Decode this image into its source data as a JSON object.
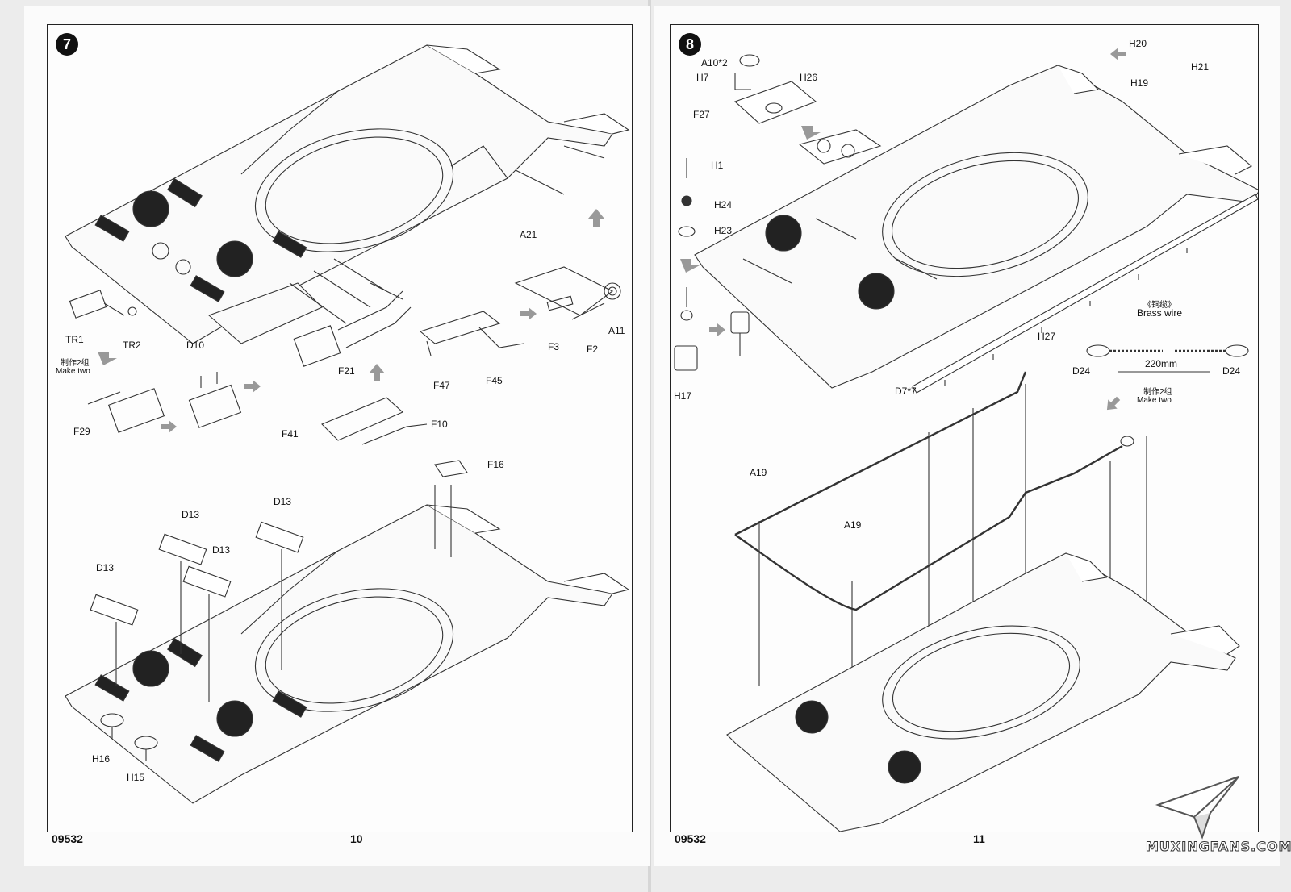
{
  "left_page": {
    "step": "7",
    "code": "09532",
    "page_number": "10",
    "labels": {
      "a21": "A21",
      "a11": "A11",
      "f3": "F3",
      "f2": "F2",
      "f47": "F47",
      "f45": "F45",
      "tr1": "TR1",
      "tr2": "TR2",
      "make_two_cn": "制作2组",
      "make_two": "Make two",
      "d10": "D10",
      "f21": "F21",
      "f29": "F29",
      "f41": "F41",
      "f10": "F10",
      "f16": "F16",
      "d13_a": "D13",
      "d13_b": "D13",
      "d13_c": "D13",
      "d13_d": "D13",
      "h16": "H16",
      "h15": "H15"
    }
  },
  "right_page": {
    "step": "8",
    "code": "09532",
    "page_number": "11",
    "labels": {
      "a10": "A10*2",
      "h7": "H7",
      "h26": "H26",
      "f27": "F27",
      "h20": "H20",
      "h21": "H21",
      "h19": "H19",
      "h1": "H1",
      "h24": "H24",
      "h23": "H23",
      "h17": "H17",
      "h27": "H27",
      "d7": "D7*7",
      "brass_cn": "《铜缆》",
      "brass": "Brass wire",
      "d24_a": "D24",
      "d24_b": "D24",
      "length": "220mm",
      "make_two_cn": "制作2组",
      "make_two": "Make two",
      "a19_a": "A19",
      "a19_b": "A19"
    }
  },
  "watermark": {
    "text": "MUXINGFANS.COM",
    "icon": "paper-plane-icon"
  }
}
